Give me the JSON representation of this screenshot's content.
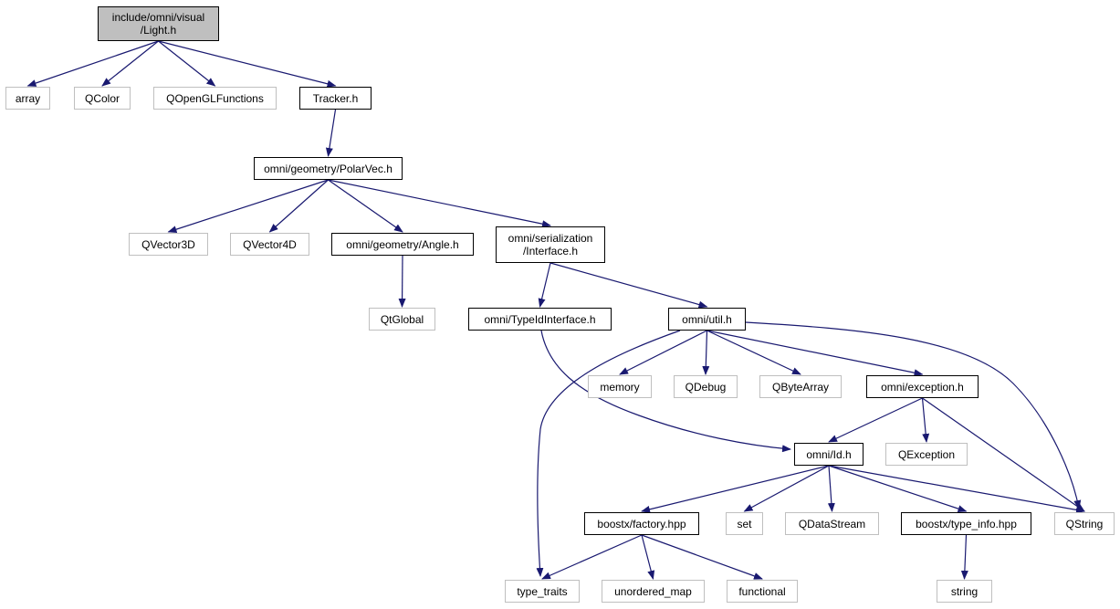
{
  "diagram": {
    "edge_color": "#191970",
    "root_fill": "#bfbfbf",
    "external_border": "#bfbfbf",
    "nodes": [
      {
        "id": "light",
        "label": "include/omni/visual\n/Light.h",
        "kind": "root"
      },
      {
        "id": "array",
        "label": "array",
        "kind": "external"
      },
      {
        "id": "qcolor",
        "label": "QColor",
        "kind": "external"
      },
      {
        "id": "qopengl",
        "label": "QOpenGLFunctions",
        "kind": "external"
      },
      {
        "id": "tracker",
        "label": "Tracker.h",
        "kind": "internal"
      },
      {
        "id": "polarvec",
        "label": "omni/geometry/PolarVec.h",
        "kind": "internal"
      },
      {
        "id": "qvector3d",
        "label": "QVector3D",
        "kind": "external"
      },
      {
        "id": "qvector4d",
        "label": "QVector4D",
        "kind": "external"
      },
      {
        "id": "angle",
        "label": "omni/geometry/Angle.h",
        "kind": "internal"
      },
      {
        "id": "serial",
        "label": "omni/serialization\n/Interface.h",
        "kind": "internal"
      },
      {
        "id": "qtglobal",
        "label": "QtGlobal",
        "kind": "external"
      },
      {
        "id": "typeid",
        "label": "omni/TypeIdInterface.h",
        "kind": "internal"
      },
      {
        "id": "util",
        "label": "omni/util.h",
        "kind": "internal"
      },
      {
        "id": "memory",
        "label": "memory",
        "kind": "external"
      },
      {
        "id": "qdebug",
        "label": "QDebug",
        "kind": "external"
      },
      {
        "id": "qbytearray",
        "label": "QByteArray",
        "kind": "external"
      },
      {
        "id": "exception",
        "label": "omni/exception.h",
        "kind": "internal"
      },
      {
        "id": "idh",
        "label": "omni/Id.h",
        "kind": "internal"
      },
      {
        "id": "qexception",
        "label": "QException",
        "kind": "external"
      },
      {
        "id": "factory",
        "label": "boostx/factory.hpp",
        "kind": "internal"
      },
      {
        "id": "set",
        "label": "set",
        "kind": "external"
      },
      {
        "id": "qdatastream",
        "label": "QDataStream",
        "kind": "external"
      },
      {
        "id": "typeinfo",
        "label": "boostx/type_info.hpp",
        "kind": "internal"
      },
      {
        "id": "qstring",
        "label": "QString",
        "kind": "external"
      },
      {
        "id": "typetraits",
        "label": "type_traits",
        "kind": "external"
      },
      {
        "id": "unordered",
        "label": "unordered_map",
        "kind": "external"
      },
      {
        "id": "functional",
        "label": "functional",
        "kind": "external"
      },
      {
        "id": "string",
        "label": "string",
        "kind": "external"
      }
    ],
    "edges": [
      [
        "light",
        "array"
      ],
      [
        "light",
        "qcolor"
      ],
      [
        "light",
        "qopengl"
      ],
      [
        "light",
        "tracker"
      ],
      [
        "tracker",
        "polarvec"
      ],
      [
        "polarvec",
        "qvector3d"
      ],
      [
        "polarvec",
        "qvector4d"
      ],
      [
        "polarvec",
        "angle"
      ],
      [
        "polarvec",
        "serial"
      ],
      [
        "angle",
        "qtglobal"
      ],
      [
        "serial",
        "typeid"
      ],
      [
        "serial",
        "util"
      ],
      [
        "typeid",
        "idh"
      ],
      [
        "util",
        "typetraits"
      ],
      [
        "util",
        "memory"
      ],
      [
        "util",
        "qdebug"
      ],
      [
        "util",
        "qbytearray"
      ],
      [
        "util",
        "exception"
      ],
      [
        "util",
        "qstring"
      ],
      [
        "exception",
        "idh"
      ],
      [
        "exception",
        "qexception"
      ],
      [
        "exception",
        "qstring"
      ],
      [
        "idh",
        "factory"
      ],
      [
        "idh",
        "set"
      ],
      [
        "idh",
        "qdatastream"
      ],
      [
        "idh",
        "typeinfo"
      ],
      [
        "idh",
        "qstring"
      ],
      [
        "factory",
        "typetraits"
      ],
      [
        "factory",
        "unordered"
      ],
      [
        "factory",
        "functional"
      ],
      [
        "typeinfo",
        "string"
      ]
    ]
  }
}
